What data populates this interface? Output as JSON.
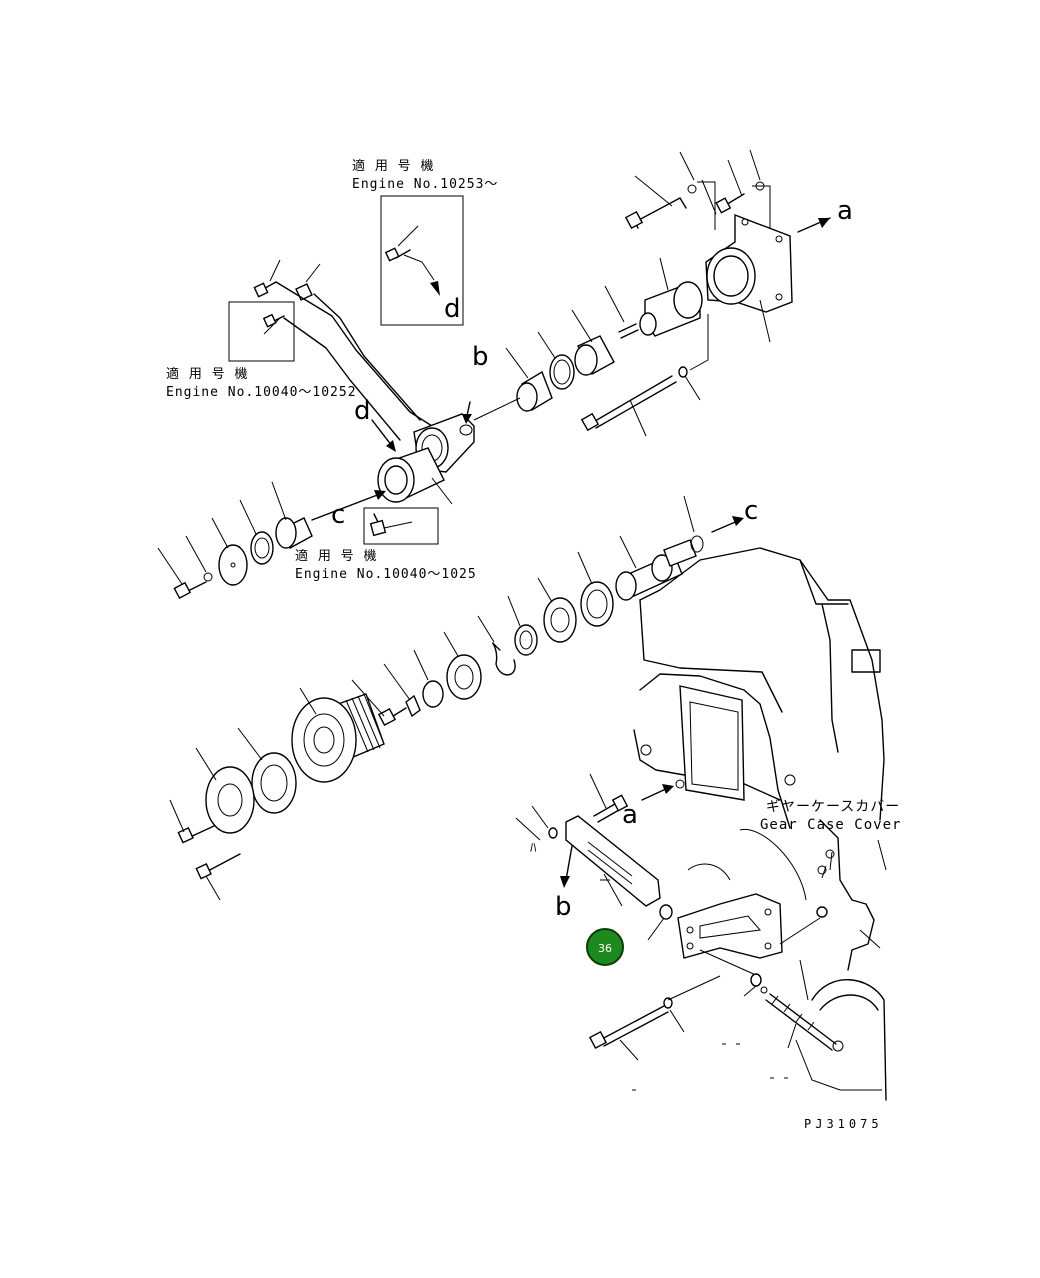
{
  "notes": {
    "upper_right": {
      "jp": "適 用 号 機",
      "en": "Engine No.10253～"
    },
    "upper_left": {
      "jp": "適 用 号 機",
      "en": "Engine No.10040～10252"
    },
    "middle": {
      "jp": "適 用 号 機",
      "en": "Engine No.10040～1025"
    }
  },
  "view_letters": {
    "a_top": "a",
    "a_bottom": "a",
    "b_top": "b",
    "b_bottom": "b",
    "c_left": "c",
    "c_right": "c",
    "d_box": "d",
    "d_left": "d"
  },
  "gear_case_cover": {
    "jp": "ギヤーケースカバー",
    "en": "Gear Case Cover"
  },
  "drawing_code": "PJ31075",
  "callout": {
    "label": "36",
    "color": "#1e8a1e"
  },
  "stray_mark": "ﾊ"
}
